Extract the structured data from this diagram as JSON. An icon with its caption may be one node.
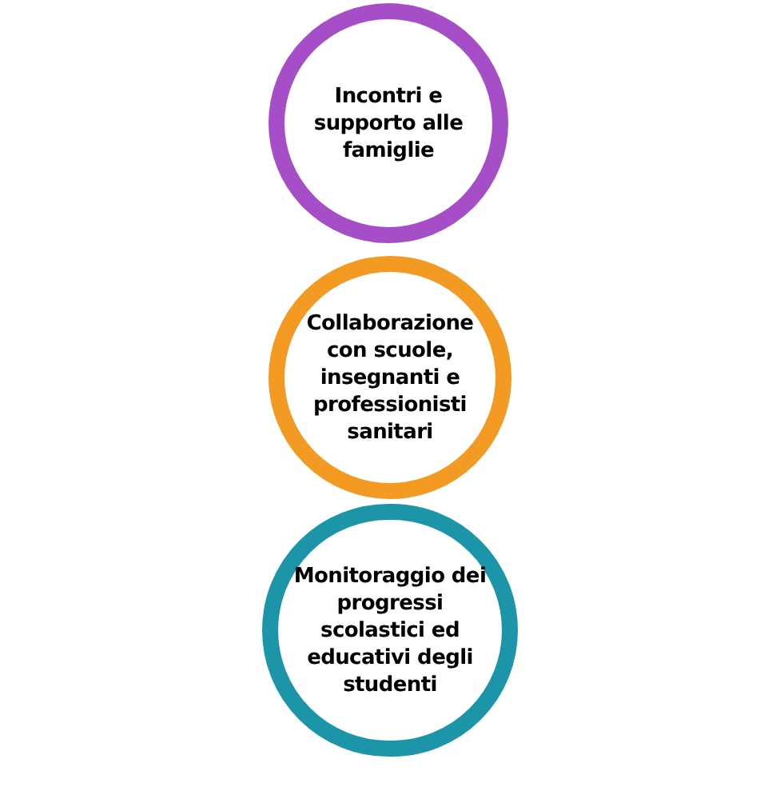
{
  "diagram": {
    "nodes": [
      {
        "text": [
          "Incontri e supporto alle famiglie"
        ]
      },
      {
        "text": [
          "Collaborazione con scuole, insegnanti e professionisti sanitari"
        ]
      },
      {
        "text": [
          "Monitoraggio dei progressi scolastici ed educativi degli studenti"
        ]
      }
    ]
  }
}
